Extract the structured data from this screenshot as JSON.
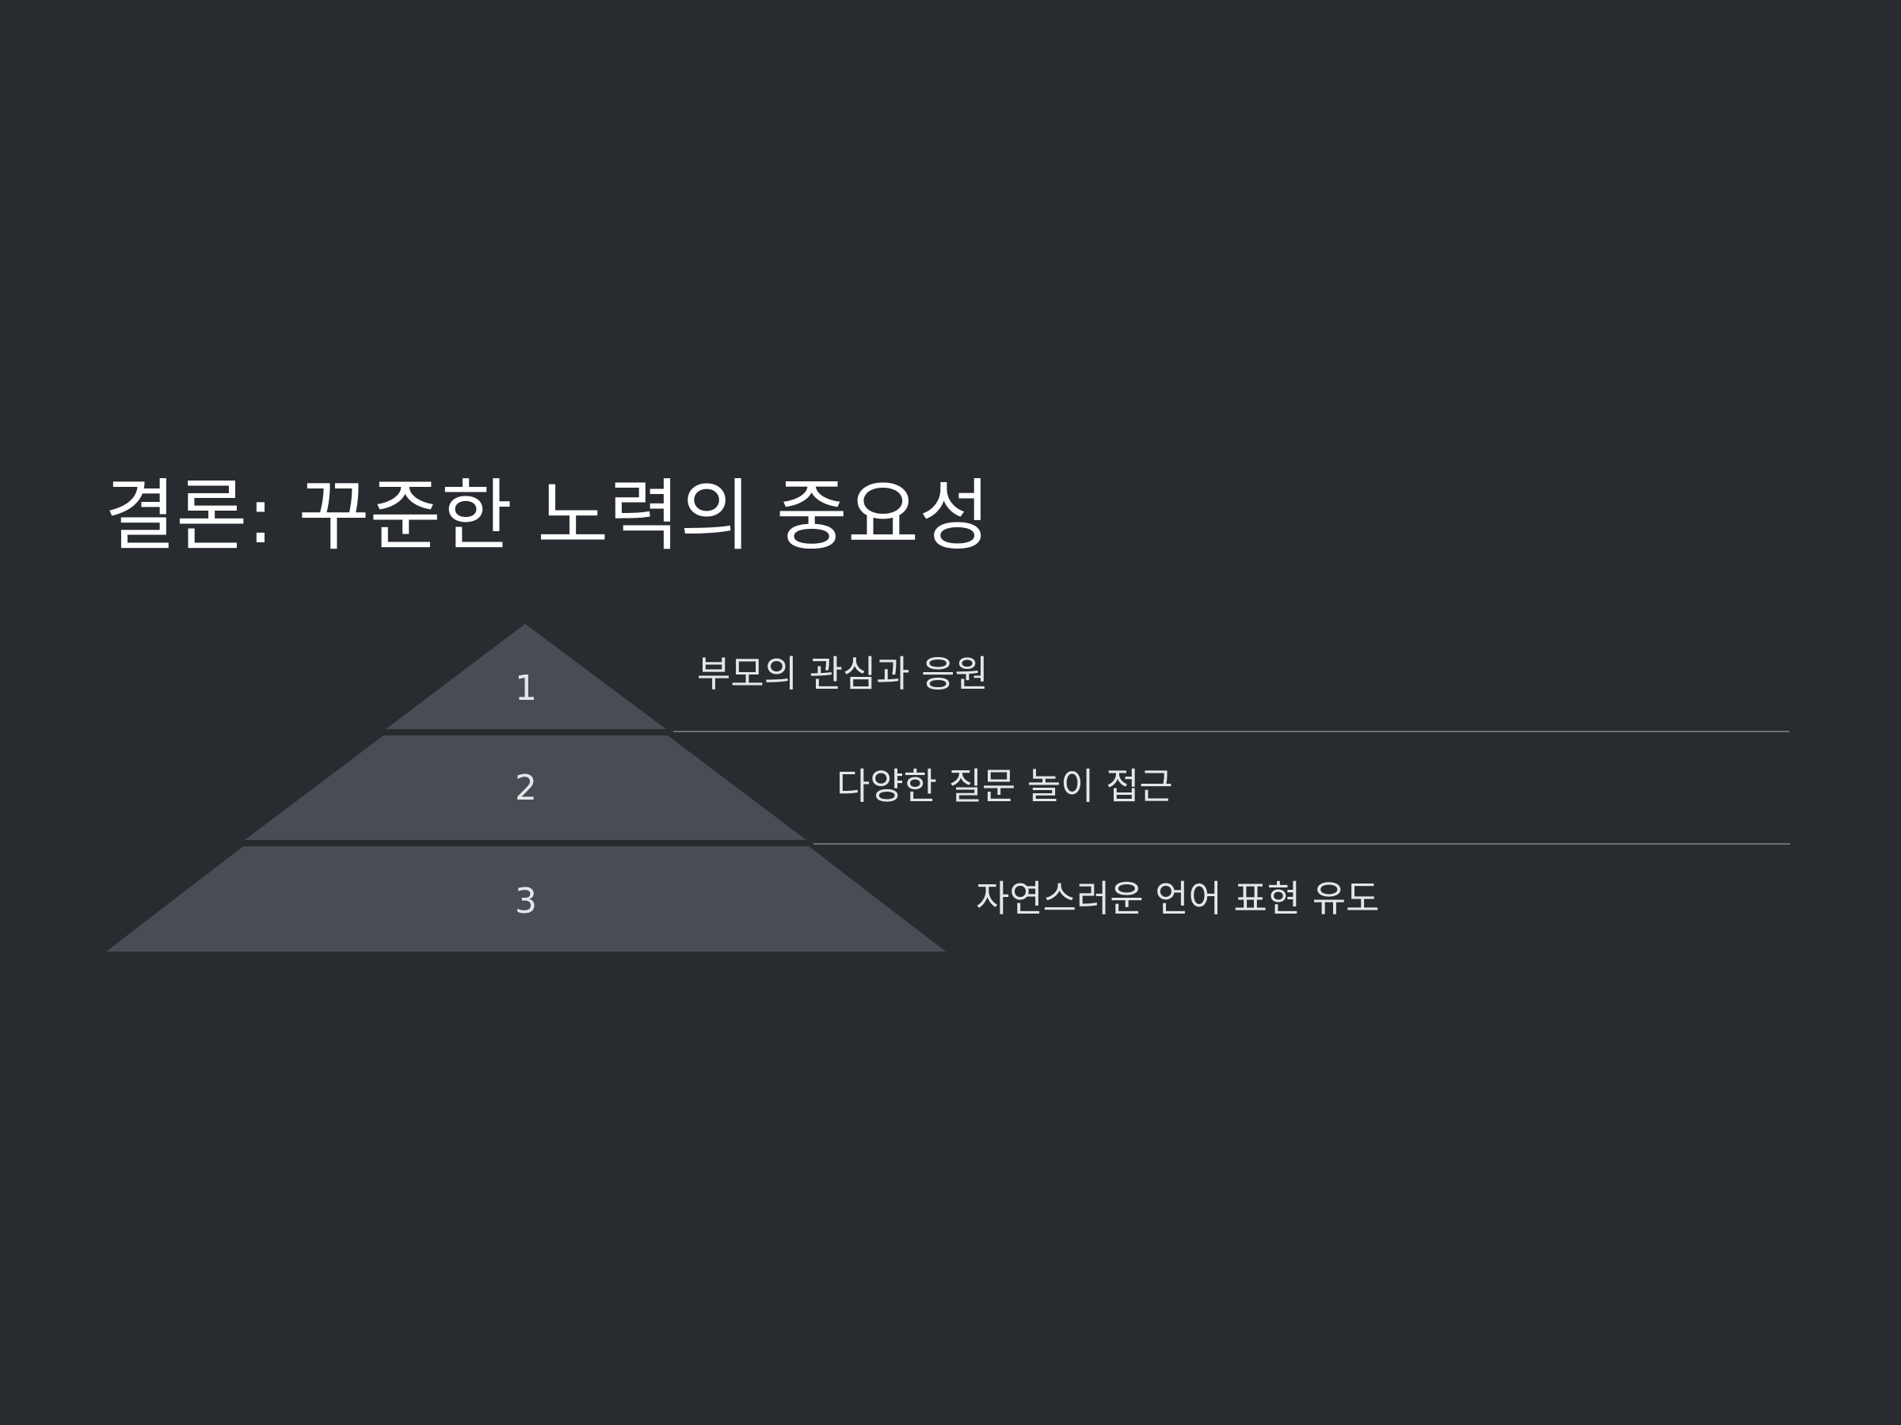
{
  "title": "결론: 꾸준한 노력의 중요성",
  "colors": {
    "background": "#282b30",
    "tier_fill": "#484c53",
    "divider": "#6b6f76",
    "title_text": "#ffffff",
    "body_text": "#e4e6ea"
  },
  "tiers": [
    {
      "number": "1",
      "label": "부모의 관심과 응원"
    },
    {
      "number": "2",
      "label": "다양한 질문 놀이 접근"
    },
    {
      "number": "3",
      "label": "자연스러운 언어 표현 유도"
    }
  ]
}
